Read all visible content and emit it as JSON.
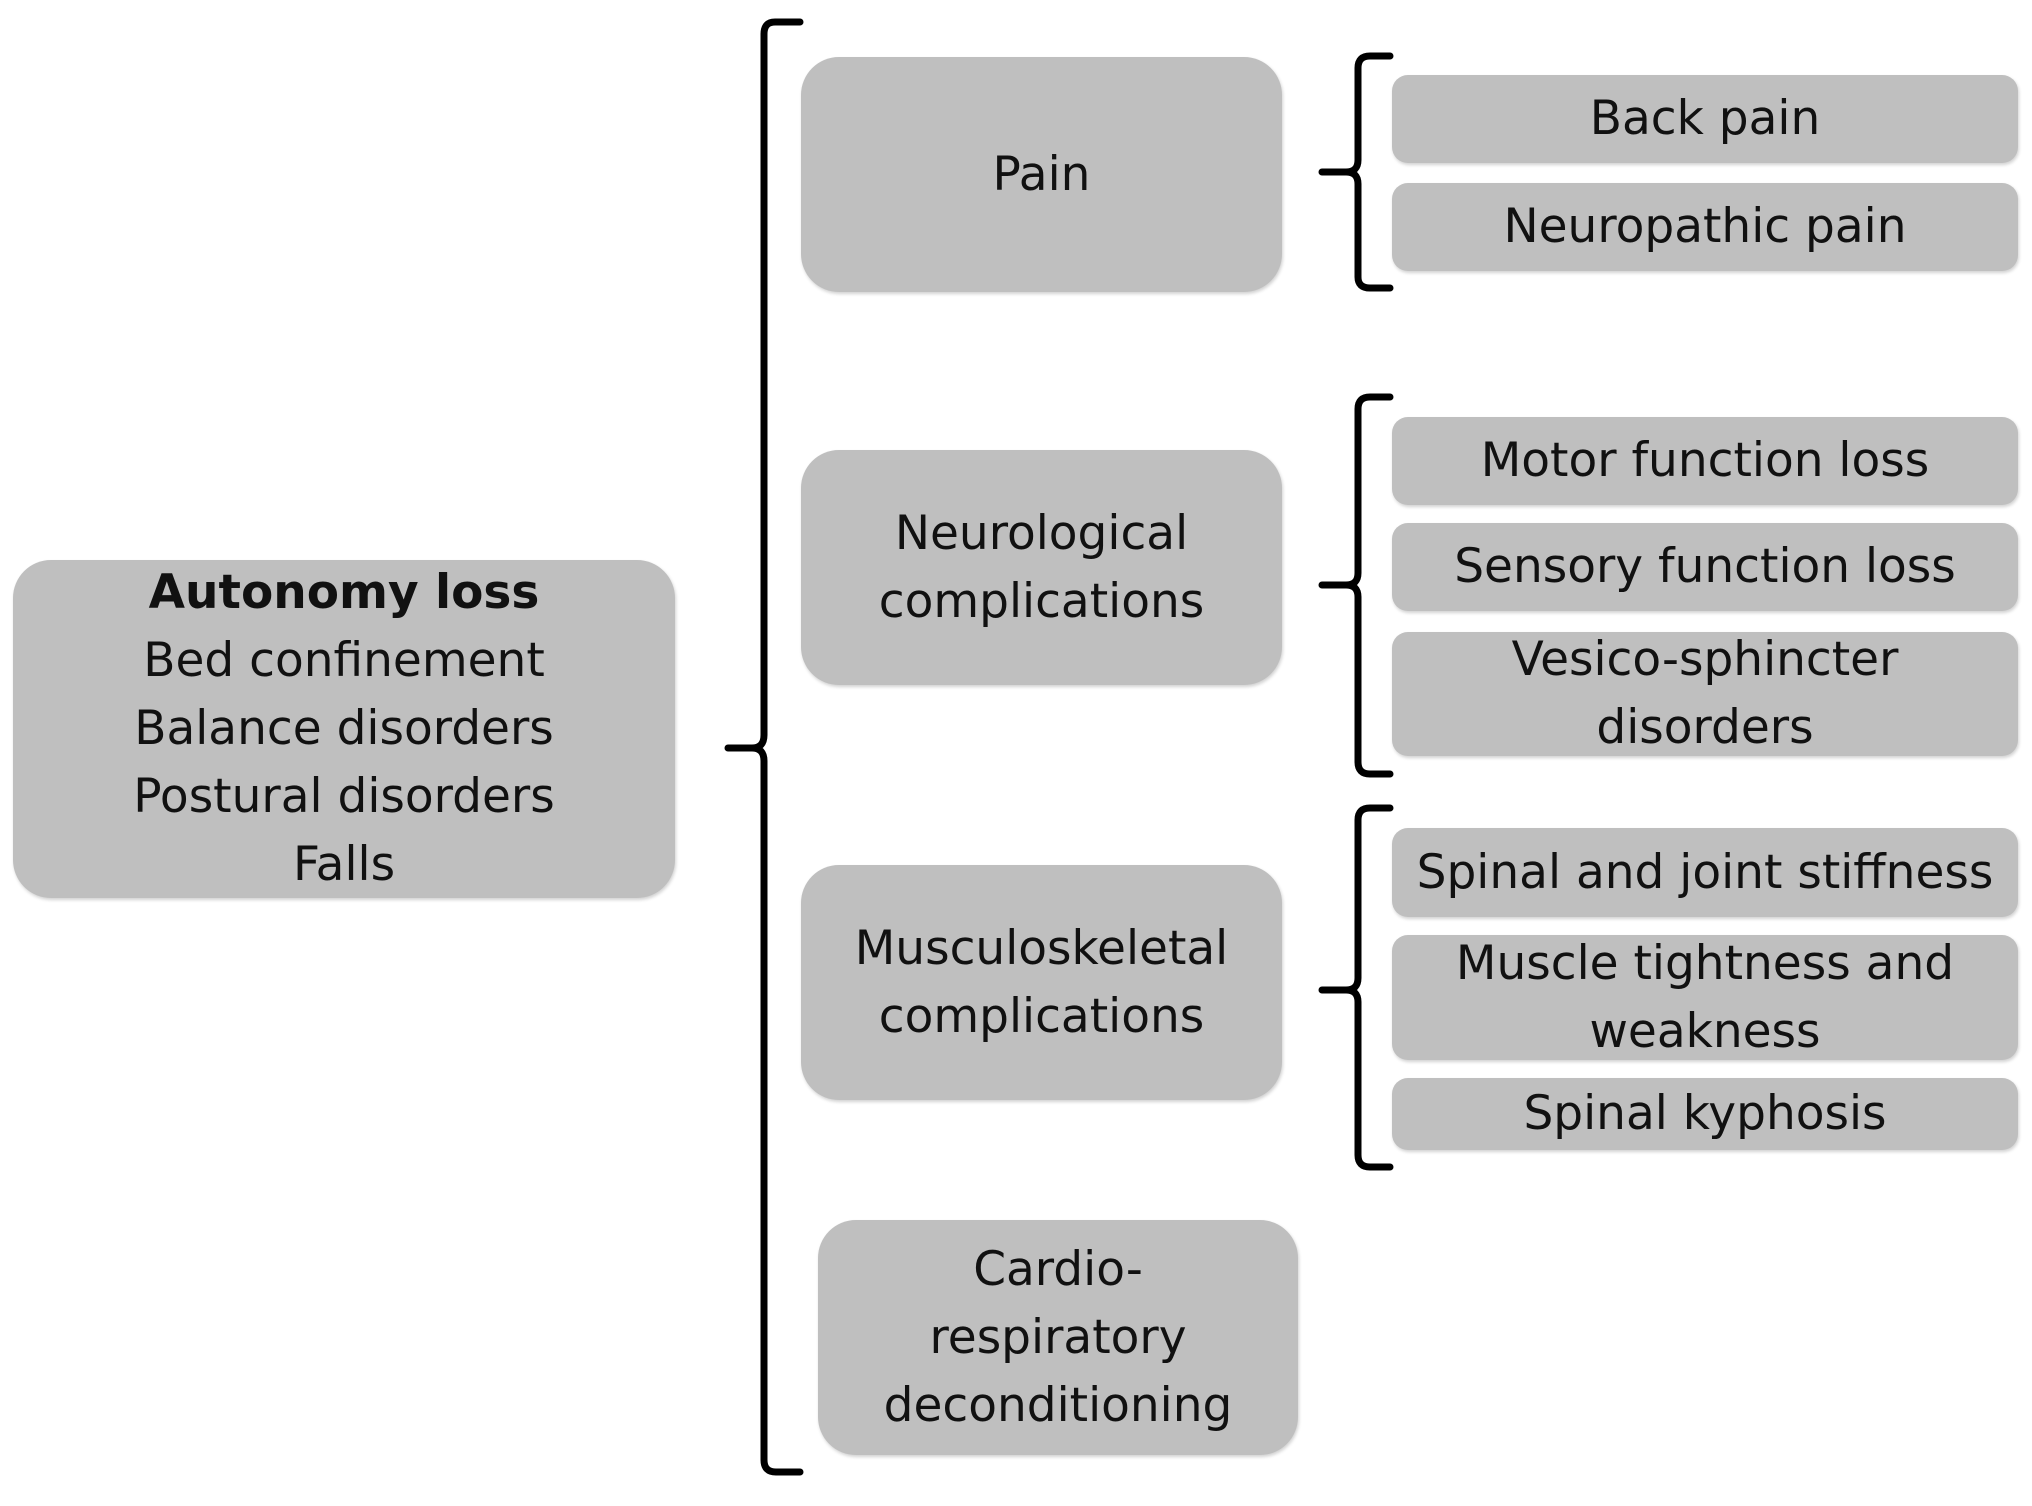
{
  "root": {
    "title": "Autonomy loss",
    "items": [
      "Bed confinement",
      "Balance disorders",
      "Postural disorders",
      "Falls"
    ]
  },
  "categories": [
    {
      "label_lines": [
        "Pain"
      ],
      "children": [
        [
          "Back pain"
        ],
        [
          "Neuropathic pain"
        ]
      ]
    },
    {
      "label_lines": [
        "Neurological",
        "complications"
      ],
      "children": [
        [
          "Motor function loss"
        ],
        [
          "Sensory function loss"
        ],
        [
          "Vesico-sphincter",
          "disorders"
        ]
      ]
    },
    {
      "label_lines": [
        "Musculoskeletal",
        "complications"
      ],
      "children": [
        [
          "Spinal and joint stiffness"
        ],
        [
          "Muscle tightness and",
          "weakness"
        ],
        [
          "Spinal kyphosis"
        ]
      ]
    },
    {
      "label_lines": [
        "Cardio-",
        "respiratory",
        "deconditioning"
      ],
      "children": []
    }
  ],
  "colors": {
    "box_fill": "#bfbfbf",
    "bracket": "#000000",
    "text": "#111111"
  }
}
